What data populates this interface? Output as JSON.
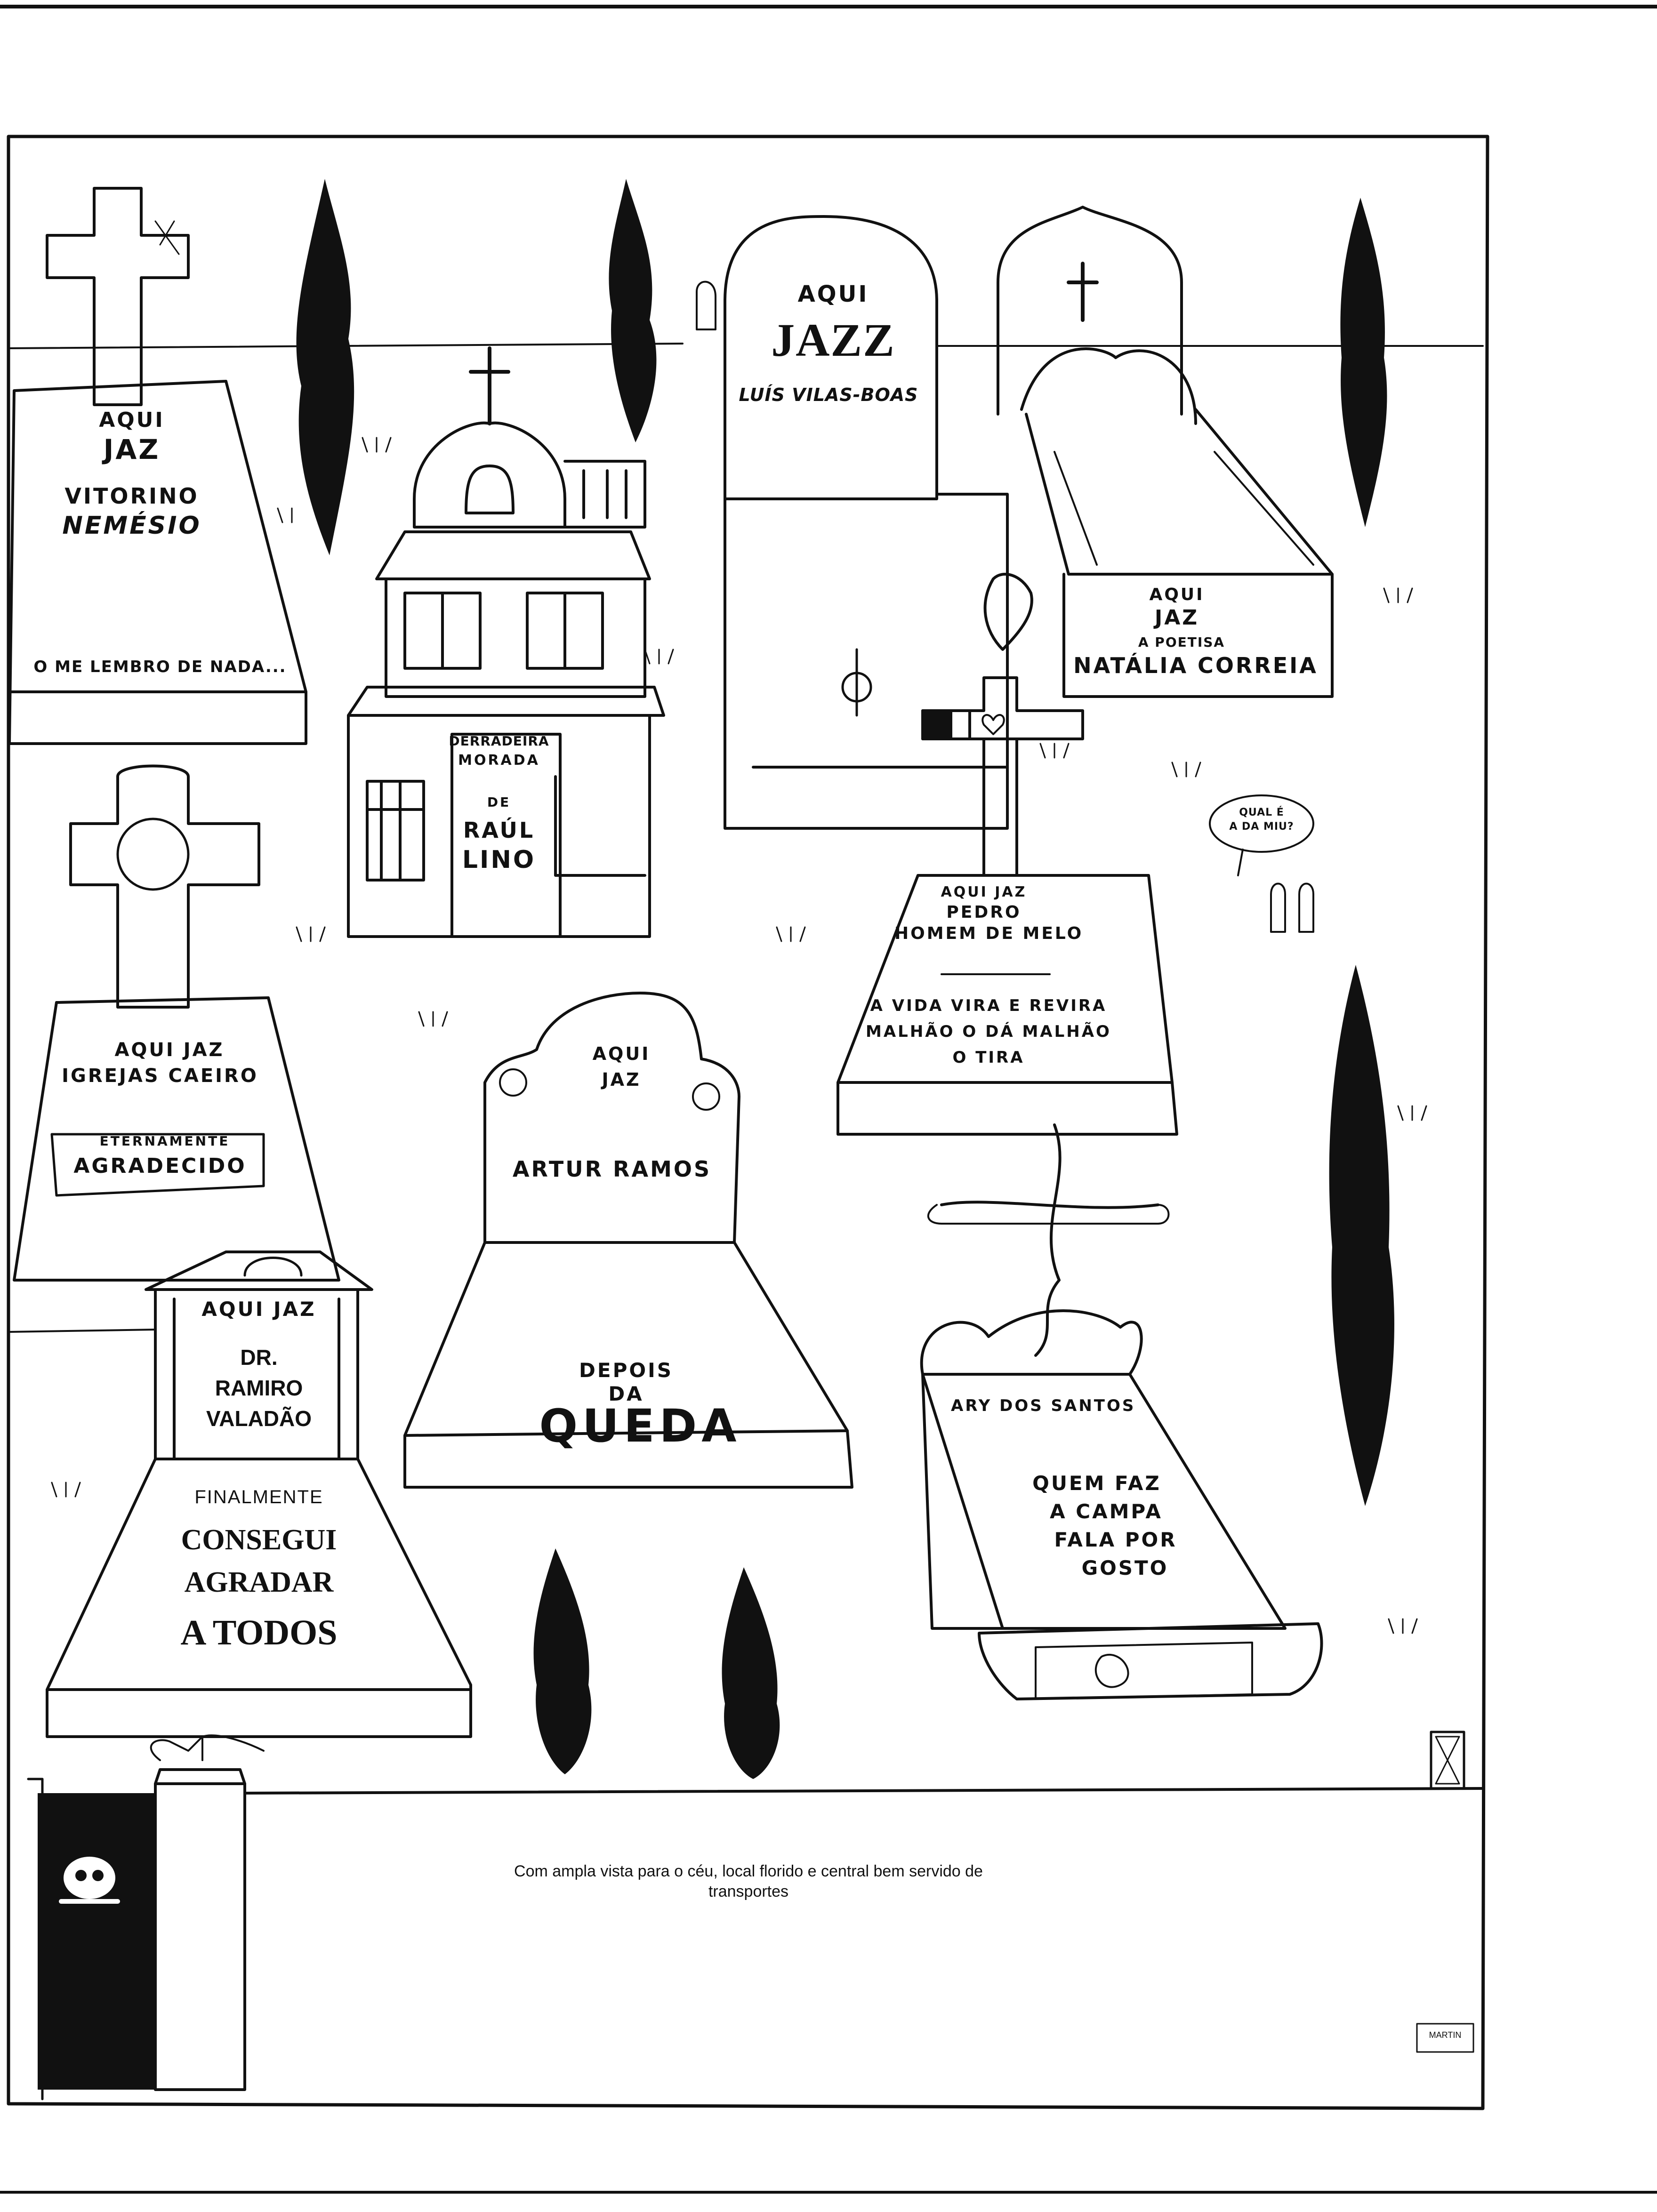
{
  "colors": {
    "ink": "#111111",
    "paper": "#ffffff"
  },
  "graves": {
    "nemesio": {
      "lines": [
        "AQUI",
        "JAZ",
        "VITORINO",
        "NEMÉSIO"
      ],
      "epitaph": "O ME LEMBRO DE NADA..."
    },
    "lino": {
      "lines": [
        "DERRADEIRA",
        "MORADA",
        "DE",
        "RAÚL",
        "LINO"
      ]
    },
    "vilasboas": {
      "lines": [
        "AQUI",
        "JAZZ",
        "LUÍS VILAS-BOAS"
      ]
    },
    "natalia": {
      "lines": [
        "AQUI",
        "JAZ",
        "A POETISA",
        "NATÁLIA CORREIA"
      ]
    },
    "caeiro": {
      "lines": [
        "AQUI JAZ",
        "IGREJAS CAEIRO"
      ],
      "ribbon": [
        "ETERNAMENTE",
        "AGRADECIDO"
      ]
    },
    "pedro": {
      "lines": [
        "AQUI JAZ",
        "PEDRO",
        "HOMEM DE MELO"
      ],
      "epitaph": [
        "A VIDA VIRA E REVIRA",
        "MALHÃO O DÁ MALHÃO",
        "O TIRA"
      ]
    },
    "ramos": {
      "lines": [
        "AQUI",
        "JAZ",
        "ARTUR RAMOS"
      ],
      "epitaph": [
        "DEPOIS",
        "DA",
        "QUEDA"
      ]
    },
    "valadao": {
      "lines": [
        "AQUI JAZ",
        "DR.",
        "RAMIRO",
        "VALADÃO"
      ],
      "epitaph": [
        "FINALMENTE",
        "CONSEGUI",
        "AGRADAR",
        "A TODOS"
      ]
    },
    "ary": {
      "lines": [
        "ARY DOS SANTOS"
      ],
      "epitaph": [
        "QUEM FAZ",
        "A CAMPA",
        "FALA POR",
        "GOSTO"
      ]
    }
  },
  "speech_bubble": [
    "QUAL É",
    "A DA MIU?"
  ],
  "caption": "Com ampla vista para o céu, local florido e central bem servido de transportes",
  "signature": "MARTIN",
  "icons": [
    "cross-icon",
    "bell-icon",
    "treble-clef-icon",
    "rooster-icon",
    "heart-icon",
    "skull-icon",
    "hourglass-icon",
    "cypress-tree-icon"
  ]
}
